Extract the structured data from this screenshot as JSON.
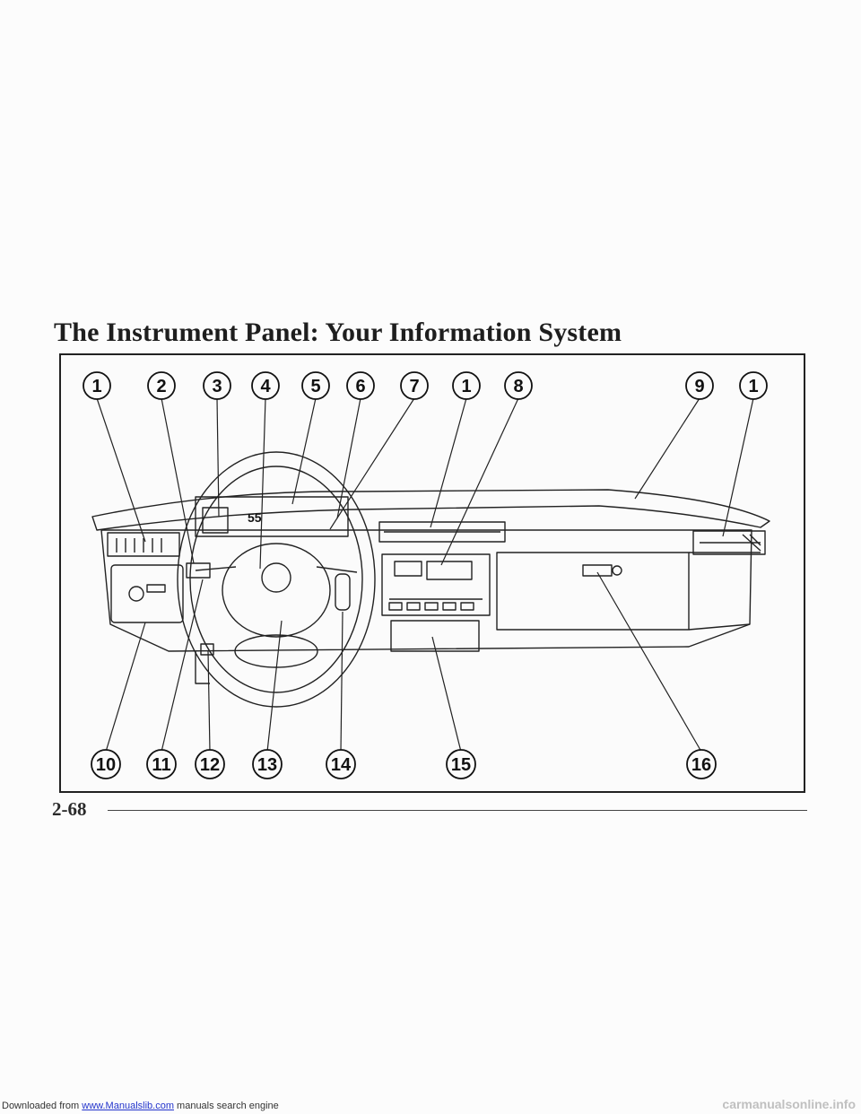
{
  "page": {
    "title": "The Instrument Panel: Your Information System",
    "page_number": "2-68"
  },
  "figure": {
    "callouts_top": [
      "1",
      "2",
      "3",
      "4",
      "5",
      "6",
      "7",
      "1",
      "8",
      "9",
      "1"
    ],
    "callouts_bottom": [
      "10",
      "11",
      "12",
      "13",
      "14",
      "15",
      "16"
    ],
    "cluster_readout": "55"
  },
  "footer": {
    "prefix": "Downloaded from ",
    "link_text": "www.Manualslib.com",
    "suffix": " manuals search engine",
    "watermark": "carmanualsonline.info"
  }
}
